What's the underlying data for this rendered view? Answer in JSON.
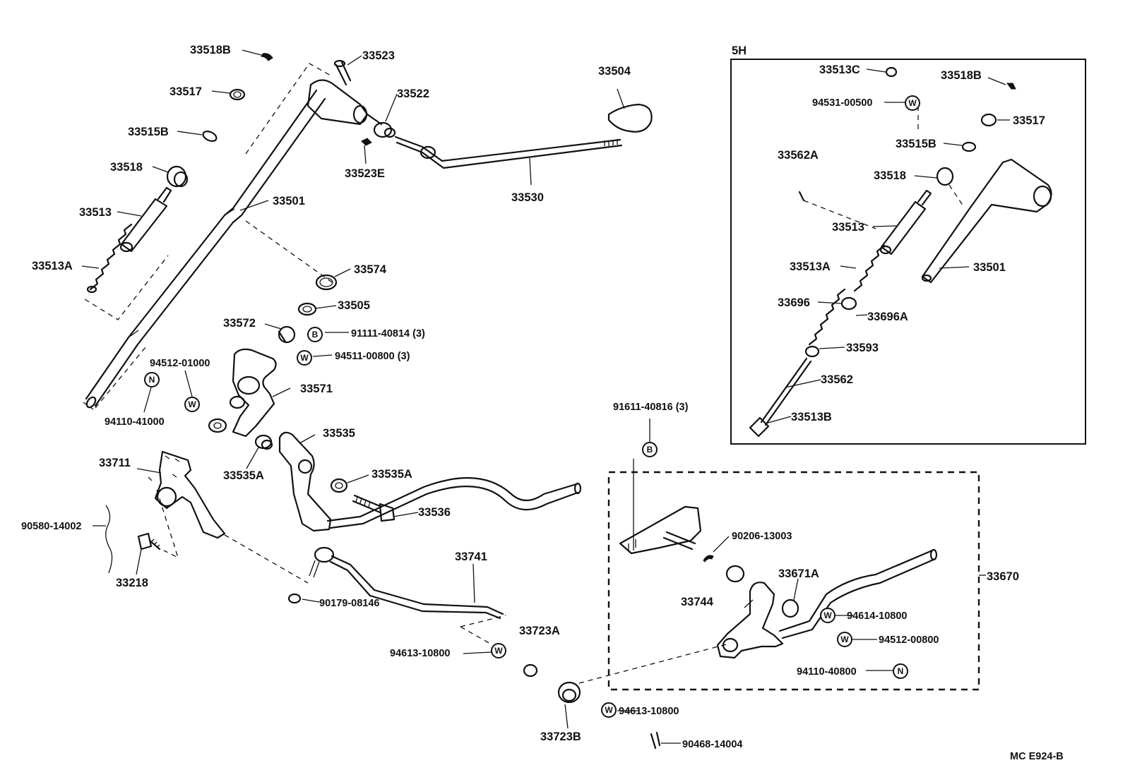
{
  "diagram": {
    "drawing_code": "MC  E924-B",
    "inset_title": "5H",
    "symbols": {
      "washer": "W",
      "bolt": "B",
      "nut": "N"
    },
    "labels": {
      "p33518B": "33518B",
      "p33523": "33523",
      "p33504": "33504",
      "p33517": "33517",
      "p33522": "33522",
      "p33515B": "33515B",
      "p33523E": "33523E",
      "p33518": "33518",
      "p33530": "33530",
      "p33501": "33501",
      "p33513": "33513",
      "p33513A": "33513A",
      "p33574": "33574",
      "p33505": "33505",
      "p33572": "33572",
      "p91111": "91111-40814 (3)",
      "p94511": "94511-00800 (3)",
      "p94512a": "94512-01000",
      "p33571": "33571",
      "p94110a": "94110-41000",
      "p33535": "33535",
      "p33711": "33711",
      "p33535A1": "33535A",
      "p33535A2": "33535A",
      "p33536": "33536",
      "p90580": "90580-14002",
      "p33218": "33218",
      "p33741": "33741",
      "p90179": "90179-08146",
      "p33723A": "33723A",
      "p94613a": "94613-10800",
      "p33723B": "33723B",
      "p94613b": "94613-10800",
      "p90468": "90468-14004",
      "p91611": "91611-40816 (3)",
      "p90206": "90206-13003",
      "p33671A": "33671A",
      "p33670": "33670",
      "p33744": "33744",
      "p94614": "94614-10800",
      "p94512b": "94512-00800",
      "p94110b": "94110-40800",
      "i33513C": "33513C",
      "i33518B": "33518B",
      "i94531": "94531-00500",
      "i33517": "33517",
      "i33515B": "33515B",
      "i33562A": "33562A",
      "i33518": "33518",
      "i33513": "33513",
      "i33501": "33501",
      "i33513A": "33513A",
      "i33696": "33696",
      "i33696A": "33696A",
      "i33593": "33593",
      "i33562": "33562",
      "i33513B": "33513B"
    }
  }
}
